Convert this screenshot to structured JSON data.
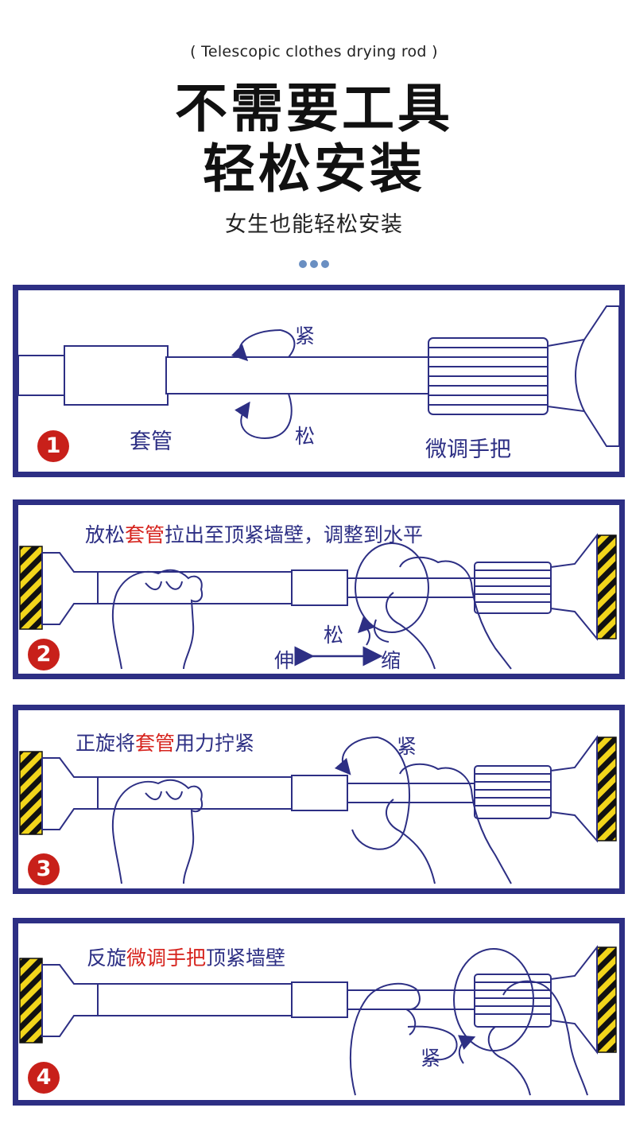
{
  "header": {
    "subtitle_en": "( Telescopic clothes drying rod )",
    "title_line1": "不需要工具",
    "title_line2": "轻松安装",
    "tagline": "女生也能轻松安装"
  },
  "colors": {
    "navy": "#2d2f84",
    "red": "#d6231d",
    "badge": "#c8201a",
    "hazard_yellow": "#f2d51b",
    "dots": "#6a8fc2"
  },
  "steps": [
    {
      "number": "1",
      "labels": {
        "tighten": "紧",
        "loosen": "松",
        "sleeve": "套管",
        "handle": "微调手把"
      }
    },
    {
      "number": "2",
      "instruction": {
        "pre": "放松",
        "highlight": "套管",
        "post": "拉出至顶紧墙壁，调整到水平"
      },
      "labels": {
        "loosen": "松",
        "extend": "伸",
        "retract": "缩"
      }
    },
    {
      "number": "3",
      "instruction": {
        "pre": "正旋将",
        "highlight": "套管",
        "post": "用力拧紧"
      },
      "labels": {
        "tighten": "紧"
      }
    },
    {
      "number": "4",
      "instruction": {
        "pre": "反旋",
        "highlight": "微调手把",
        "post": "顶紧墙壁"
      },
      "labels": {
        "tighten": "紧"
      }
    }
  ]
}
